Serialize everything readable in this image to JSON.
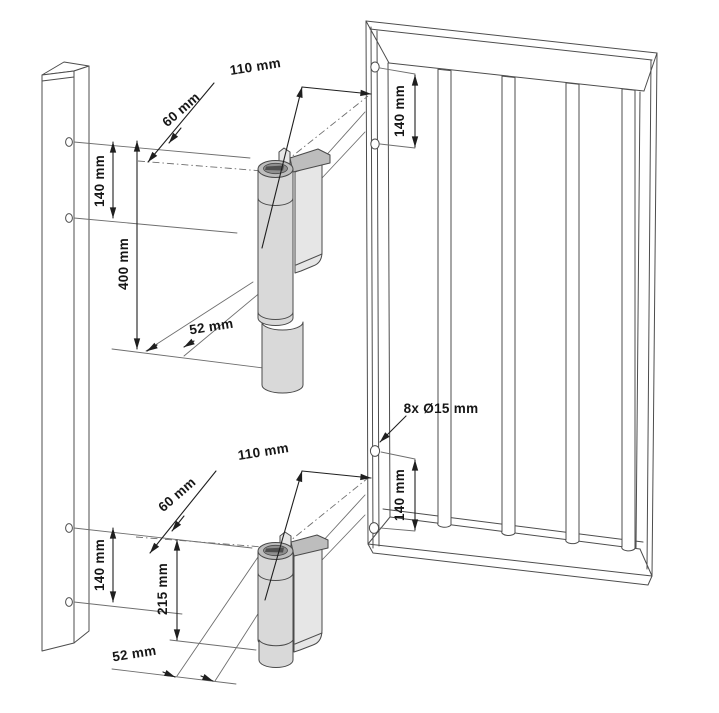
{
  "diagram": {
    "type": "technical-installation-drawing",
    "subject": "Gate hinge mounting dimensions on post and gate frame",
    "parts": {
      "post": "fence post",
      "gate": "gate frame with vertical bars",
      "hinge_top": "180-degree hinge (upper)",
      "hinge_bottom": "180-degree hinge (lower)"
    },
    "colors": {
      "background": "#ffffff",
      "line": "#4d4d4d",
      "dimension": "#1f1f1f",
      "hinge_fill": "#d9d9d9"
    },
    "dimensions": {
      "top_assembly": {
        "gate_offset": "110 mm",
        "post_gap": "60 mm",
        "post_hole_spacing": "140 mm",
        "hinge_span": "400 mm",
        "side_offset": "52 mm",
        "gate_hole_spacing": "140 mm"
      },
      "bottom_assembly": {
        "gate_offset": "110 mm",
        "post_gap": "60 mm",
        "post_hole_spacing": "140 mm",
        "hinge_span": "215 mm",
        "side_offset": "52 mm",
        "gate_hole_spacing": "140 mm"
      },
      "holes_note": "8x Ø15 mm"
    }
  }
}
